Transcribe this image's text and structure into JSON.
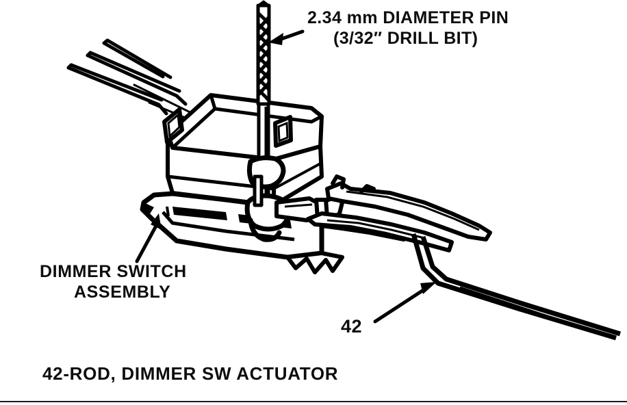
{
  "figure": {
    "background_color": "#ffffff",
    "ink_color": "#000000",
    "title_caption": "42-ROD, DIMMER SW ACTUATOR",
    "callouts": {
      "pin": {
        "line1": "2.34 mm DIAMETER PIN",
        "line2": "(3/32″ DRILL BIT)",
        "points_to": "drill-bit"
      },
      "switch": {
        "line1": "DIMMER SWITCH",
        "line2": "ASSEMBLY",
        "points_to": "switch-mounting-bracket"
      },
      "rod": {
        "number": "42",
        "points_to": "actuator-rod-bend"
      }
    },
    "parts": [
      {
        "id": "42",
        "name": "ROD, DIMMER SW ACTUATOR"
      }
    ],
    "components": [
      "wire-harness-leads",
      "dimmer-switch-body",
      "dimmer-switch-cover",
      "switch-mounting-bracket",
      "drill-bit-alignment-pin",
      "actuator-rod"
    ]
  }
}
